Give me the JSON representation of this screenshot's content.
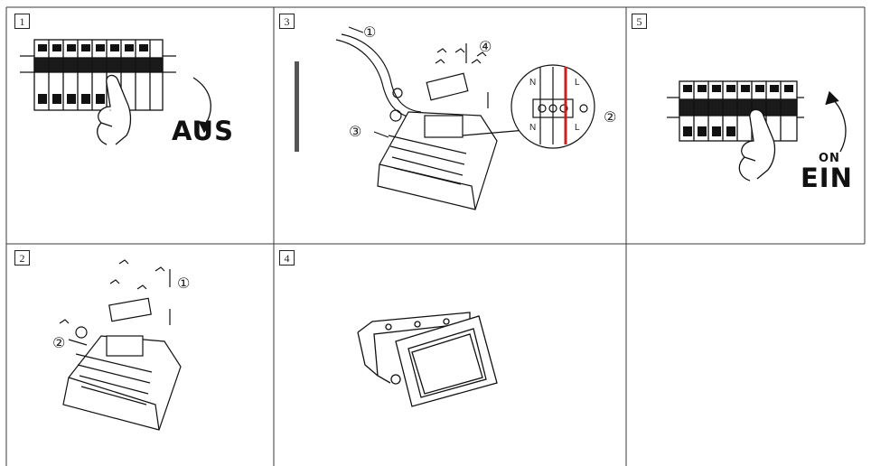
{
  "panels": [
    {
      "step": "1",
      "caption": "AUS"
    },
    {
      "step": "3",
      "markers": [
        "①",
        "②",
        "③",
        "④"
      ],
      "terminal_labels": [
        "N",
        "L",
        "N",
        "L"
      ]
    },
    {
      "step": "5",
      "caption_small": "ON",
      "caption": "EIN"
    },
    {
      "step": "2",
      "markers": [
        "①",
        "②"
      ]
    },
    {
      "step": "4"
    }
  ],
  "colors": {
    "line": "#222222",
    "live_wire": "#cc1f1f",
    "panel_border": "#3a3a3a"
  }
}
